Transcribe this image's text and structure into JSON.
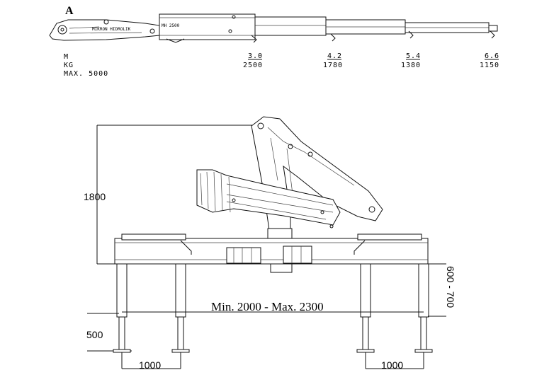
{
  "figure_letter": "A",
  "boom": {
    "logo_text": "MIKRON HIDROLIK",
    "model_text": "MH 2500"
  },
  "load_table": {
    "row_labels": {
      "reach": "M",
      "load": "KG",
      "max": "MAX. 5000"
    },
    "columns": [
      {
        "reach": "3.0",
        "load": "2500"
      },
      {
        "reach": "4.2",
        "load": "1780"
      },
      {
        "reach": "5.4",
        "load": "1380"
      },
      {
        "reach": "6.6",
        "load": "1150"
      }
    ]
  },
  "dimensions": {
    "height": "1800",
    "base_height": "600 - 700",
    "leg_width": "Min. 2000 - Max. 2300",
    "foot_height": "500",
    "left_spread": "1000",
    "right_spread": "1000"
  }
}
